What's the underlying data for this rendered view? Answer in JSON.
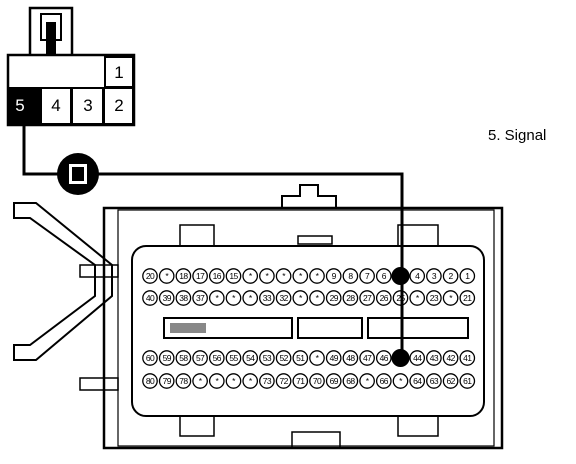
{
  "small_connector": {
    "cells": [
      {
        "pin": "1",
        "highlighted": false
      },
      {
        "pin": "5",
        "highlighted": true
      },
      {
        "pin": "4",
        "highlighted": false
      },
      {
        "pin": "3",
        "highlighted": false
      },
      {
        "pin": "2",
        "highlighted": false
      }
    ]
  },
  "signal_label": "5. Signal",
  "ecu_connector": {
    "rows": [
      [
        "20",
        "*",
        "18",
        "17",
        "16",
        "15",
        "*",
        "*",
        "*",
        "*",
        "*",
        "9",
        "8",
        "7",
        "6",
        "5",
        "4",
        "3",
        "2",
        "1"
      ],
      [
        "40",
        "39",
        "38",
        "37",
        "*",
        "*",
        "*",
        "33",
        "32",
        "*",
        "*",
        "29",
        "28",
        "27",
        "26",
        "25",
        "*",
        "23",
        "*",
        "21"
      ],
      [
        "60",
        "59",
        "58",
        "57",
        "56",
        "55",
        "54",
        "53",
        "52",
        "51",
        "*",
        "49",
        "48",
        "47",
        "46",
        "45",
        "44",
        "43",
        "42",
        "41"
      ],
      [
        "80",
        "79",
        "78",
        "*",
        "*",
        "*",
        "*",
        "73",
        "72",
        "71",
        "70",
        "69",
        "68",
        "*",
        "66",
        "*",
        "64",
        "63",
        "62",
        "61"
      ]
    ],
    "highlighted_pins": [
      "5",
      "45"
    ]
  },
  "colors": {
    "line": "#000000",
    "fill": "#ffffff",
    "highlight": "#000000"
  }
}
